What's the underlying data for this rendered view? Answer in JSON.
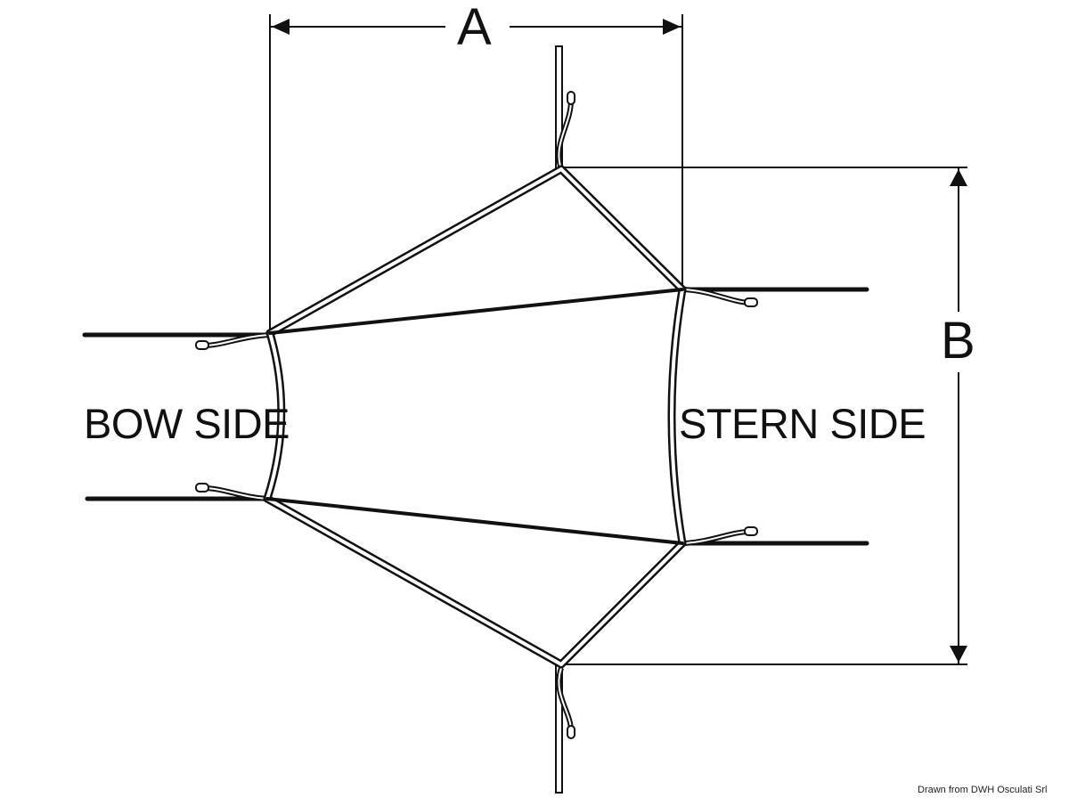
{
  "labels": {
    "dimension_a": "A",
    "dimension_b": "B",
    "bow_side": "BOW SIDE",
    "stern_side": "STERN SIDE",
    "credit": "Drawn from DWH Osculati Srl"
  }
}
